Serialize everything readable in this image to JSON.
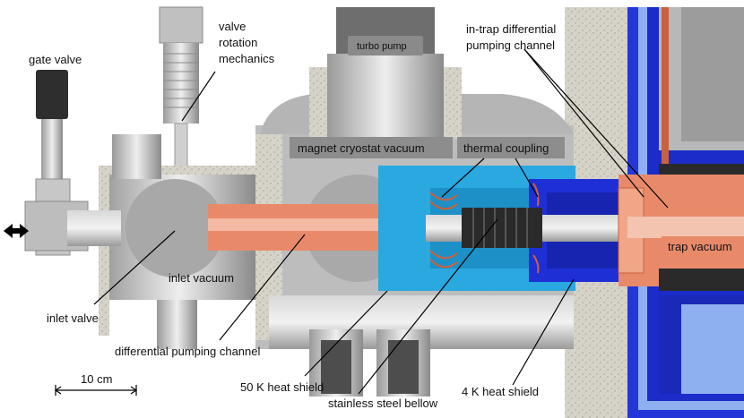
{
  "labels": {
    "gate_valve": "gate valve",
    "valve_rotation_1": "valve",
    "valve_rotation_2": "rotation",
    "valve_rotation_3": "mechanics",
    "turbo_pump": "turbo pump",
    "in_trap_1": "in-trap differential",
    "in_trap_2": "pumping channel",
    "magnet_cryostat_vacuum": "magnet cryostat vacuum",
    "thermal_coupling": "thermal coupling",
    "trap_vacuum": "trap vacuum",
    "inlet_vacuum": "inlet vacuum",
    "inlet_valve": "inlet valve",
    "differential_pumping_channel": "differential pumping channel",
    "heat_shield_50k": "50 K heat shield",
    "stainless_steel_bellow": "stainless steel bellow",
    "heat_shield_4k": "4 K heat shield",
    "scale_bar": "10 cm"
  },
  "colors": {
    "steel": "#b9b9b9",
    "steel_dark": "#8f8f8f",
    "granite": "#d9d6cc",
    "copper": "#e88a6a",
    "copper_dark": "#c8623e",
    "shield_50k": "#2aa8e0",
    "shield_4k": "#1f2fd6",
    "navy": "#0b1a8a",
    "bellow": "#2a2a2a"
  }
}
